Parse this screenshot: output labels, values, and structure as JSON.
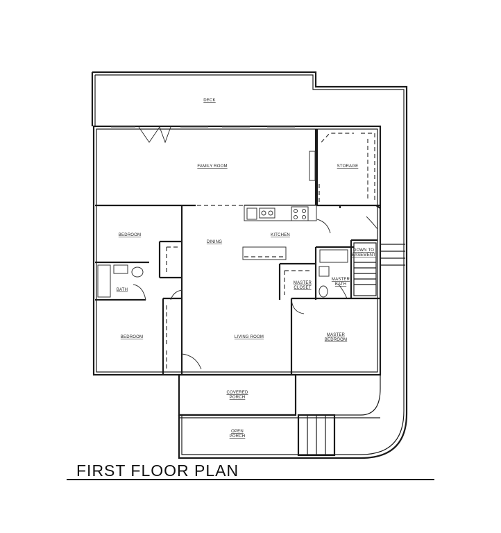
{
  "title": "FIRST FLOOR PLAN",
  "rooms": {
    "deck": "DECK",
    "family_room": "FAMILY ROOM",
    "storage": "STORAGE",
    "bedroom_1": "BEDROOM",
    "dining": "DINING",
    "kitchen": "KITCHEN",
    "down_to_basement_1": "DOWN TO",
    "down_to_basement_2": "BASEMENT",
    "bath": "BATH",
    "master_closet_1": "MASTER",
    "master_closet_2": "CLOSET",
    "master_bath_1": "MASTER",
    "master_bath_2": "BATH",
    "bedroom_2": "BEDROOM",
    "living_room": "LIVING ROOM",
    "master_bedroom_1": "MASTER",
    "master_bedroom_2": "BEDROOM",
    "covered_porch_1": "COVERED",
    "covered_porch_2": "PORCH",
    "open_porch_1": "OPEN",
    "open_porch_2": "PORCH"
  }
}
